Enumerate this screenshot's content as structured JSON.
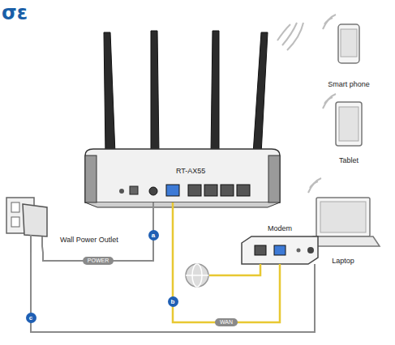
{
  "diagram": {
    "title": "σε",
    "nodes": [
      {
        "text": [
          "RT-AX55"
        ]
      },
      {
        "text": [
          "Smart phone"
        ]
      },
      {
        "text": [
          "Tablet"
        ]
      },
      {
        "text": [
          "Laptop"
        ]
      },
      {
        "text": [
          "Modem"
        ]
      },
      {
        "text": [
          "Wall Power Outlet"
        ]
      }
    ],
    "edges": [
      {
        "from": 5,
        "to": 0,
        "arrow": "none",
        "label": "POWER"
      },
      {
        "from": 0,
        "to": 4,
        "arrow": "none",
        "label": "WAN"
      },
      {
        "from": 5,
        "to": 4,
        "arrow": "none"
      }
    ],
    "labels": [
      "a",
      "b",
      "c"
    ]
  }
}
